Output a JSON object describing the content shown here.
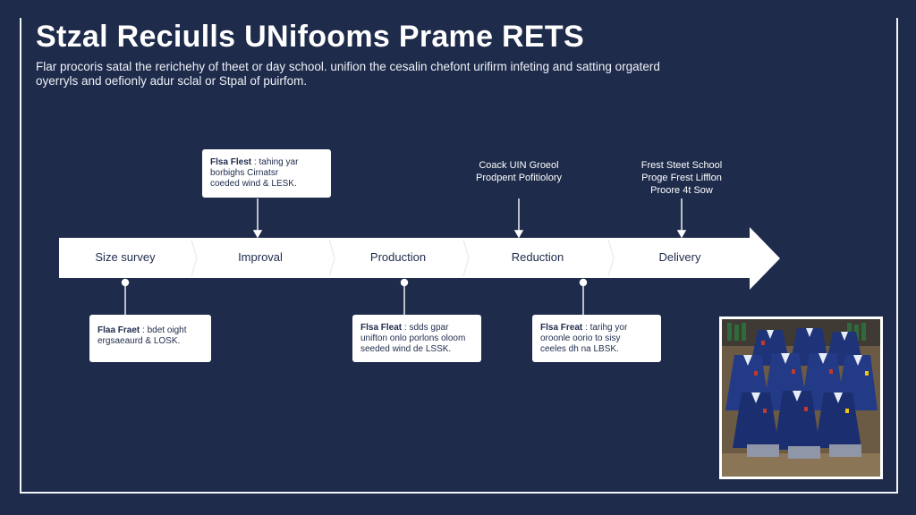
{
  "title": "Stzal Reciulls UNifooms  Prame RETS",
  "subtitle": {
    "line1": "Flar procoris satal the rerichehy of theet or day school. unifion the cesalin chefont urifirm infeting and satting orgaterd",
    "line2": "oyerryls and oefionly adur sclal or Stpal of puirfom."
  },
  "stages": [
    {
      "label": "Size survey"
    },
    {
      "label": "Improval"
    },
    {
      "label": "Production"
    },
    {
      "label": "Reduction"
    },
    {
      "label": "Delivery"
    }
  ],
  "callouts": {
    "improval_top": {
      "head": "Flsa Flest",
      "line1": ": tahing yar",
      "line2": "borbighs Cirnatsr",
      "line3": "coeded wind & LESK."
    },
    "survey_bottom": {
      "head": "Flaa Fraet",
      "line1": ": bdet oight",
      "line2": "ergsaeaurd & LOSK."
    },
    "production_bottom": {
      "head": "Flsa Fleat",
      "line1": ": sdds gpar",
      "line2": "unifton onlo porlons oloom",
      "line3": "seeded wind de LSSK."
    },
    "reduction_bottom": {
      "head": "Flsa Freat",
      "line1": ": tarihg yor",
      "line2": "oroonle oorio to sisy",
      "line3": "ceeles dh na LBSK."
    }
  },
  "notes": {
    "reduction_top": {
      "line1": "Coack UIN Groeol",
      "line2": "Prodpent Pofitiolory"
    },
    "delivery_top": {
      "line1": "Frest Steet School",
      "line2": "Proge Frest Lifflon",
      "line3": "Proore 4t Sow"
    }
  },
  "colors": {
    "background": "#1e2b4b",
    "arrow": "#ffffff",
    "stage_text": "#1e2b4b"
  },
  "photo": {
    "icon": "school-uniforms-photo"
  }
}
